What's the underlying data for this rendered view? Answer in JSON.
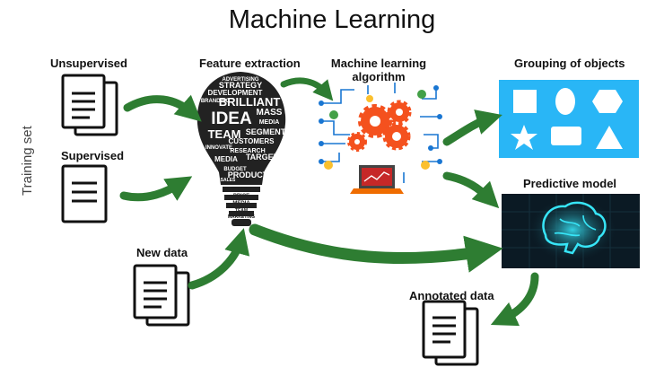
{
  "title": "Machine Learning",
  "labels": {
    "unsupervised": "Unsupervised",
    "supervised": "Supervised",
    "training_set": "Training set",
    "new_data": "New data",
    "feature_extraction": "Feature extraction",
    "ml_algorithm_line1": "Machine learning",
    "ml_algorithm_line2": "algorithm",
    "grouping": "Grouping of objects",
    "predictive_model": "Predictive model",
    "annotated_data": "Annotated data"
  },
  "word_cloud": [
    "ADVERTISING",
    "STRATEGY",
    "DEVELOPMENT",
    "BRANDING",
    "BRILLIANT",
    "IDEA",
    "MASS",
    "MEDIA",
    "SEGMENT",
    "TEAM",
    "CUSTOMERS",
    "INNOVATE",
    "RESEARCH",
    "TARGET",
    "MEDIA",
    "BUDGET",
    "PRODUCT",
    "SALES",
    "MASS COMPANY",
    "PRICE",
    "MEDIA",
    "TEAM",
    "MARKETING",
    "SERVICE"
  ],
  "colors": {
    "arrow_green": "#2e7d32",
    "grouping_bg": "#29b6f6",
    "predictive_bg": "#0b1a24",
    "brain_glow": "#37e5f7",
    "gear_orange": "#f4511e",
    "circuit_blue": "#1976d2"
  },
  "icons": [
    "document-stack-icon",
    "document-icon",
    "lightbulb-icon",
    "gears-icon",
    "laptop-icon",
    "shapes-icon",
    "brain-icon"
  ]
}
